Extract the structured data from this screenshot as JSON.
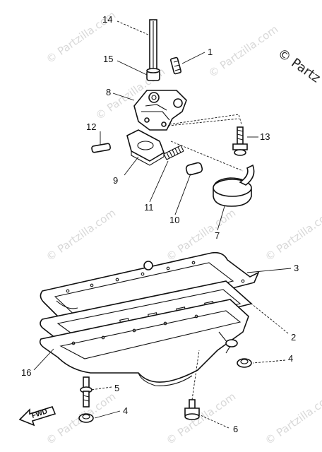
{
  "watermark": {
    "text": "© Partzilla.com",
    "corner_text": "© Partz"
  },
  "callouts": {
    "c14": "14",
    "c1": "1",
    "c15": "15",
    "c8": "8",
    "c12": "12",
    "c13": "13",
    "c9": "9",
    "c11": "11",
    "c10": "10",
    "c7": "7",
    "c3": "3",
    "c2": "2",
    "c16": "16",
    "c4a": "4",
    "c5": "5",
    "c4b": "4",
    "c6": "6"
  },
  "fwd_label": "FWD"
}
